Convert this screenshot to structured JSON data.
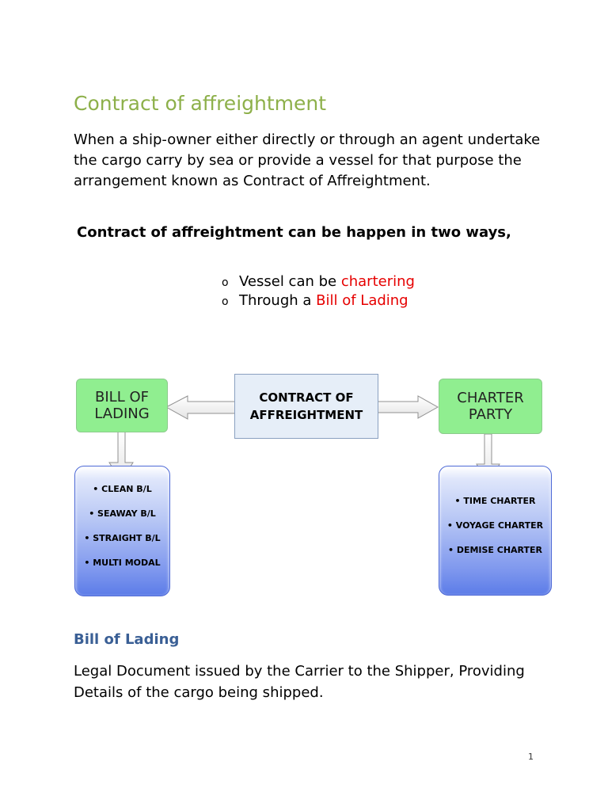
{
  "title": "Contract of affreightment",
  "intro": "When a ship-owner either directly or through an agent undertake the cargo carry by sea or provide a vessel for that purpose the arrangement known as Contract of Affreightment.",
  "ways_heading": "Contract of affreightment can be happen in two ways,",
  "ways": [
    {
      "prefix": "Vessel can be ",
      "highlight": "chartering"
    },
    {
      "prefix": "Through a ",
      "highlight": "Bill of Lading"
    }
  ],
  "diagram": {
    "left_box": "BILL OF LADING",
    "center_box": "CONTRACT OF AFFREIGHTMENT",
    "right_box": "CHARTER PARTY",
    "bl_types": [
      "• CLEAN B/L",
      "• SEAWAY B/L",
      "• STRAIGHT B/L",
      "• MULTI MODAL"
    ],
    "charter_types": [
      "• TIME CHARTER",
      "• VOYAGE CHARTER",
      "• DEMISE CHARTER"
    ]
  },
  "section2": {
    "heading": "Bill of Lading",
    "text": "Legal Document issued by the Carrier to the Shipper, Providing Details of the cargo being shipped."
  },
  "page_number": "1"
}
